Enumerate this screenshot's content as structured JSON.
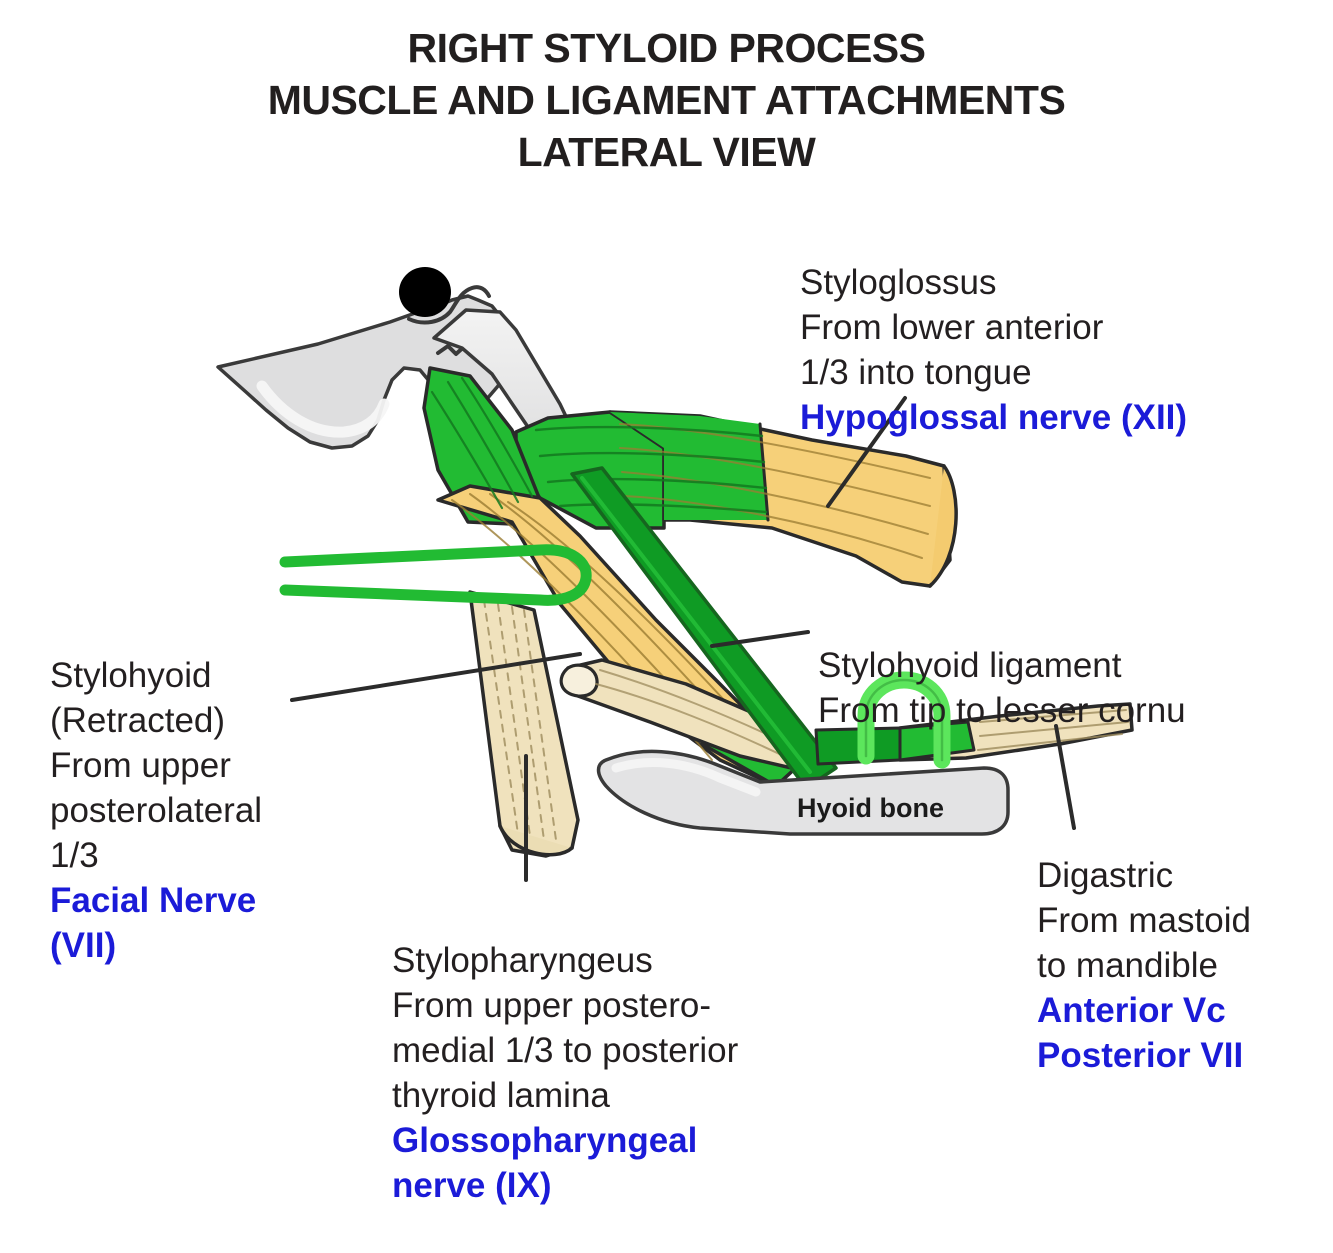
{
  "title": "RIGHT STYLOID PROCESS\nMUSCLE AND LIGAMENT ATTACHMENTS\nLATERAL VIEW",
  "colors": {
    "nerve_blue": "#1b1bd8",
    "text_black": "#231f20",
    "muscle_green": "#22bb33",
    "ligament_dark_green": "#0f9b24",
    "sling_light_green": "#5ce65c",
    "muscle_yellow": "#f6d079",
    "tendon_cream": "#f0e2bd",
    "bone_grey": "#dededf",
    "outline": "#3a3a3a"
  },
  "labels": {
    "styloglossus": {
      "name": "Styloglossus",
      "origin": "Styloglossus\nFrom lower anterior\n1/3 into tongue",
      "nerve": "Hypoglossal nerve (XII)"
    },
    "stylohyoid_ligament": {
      "name": "Stylohyoid ligament",
      "origin": "Stylohyoid ligament\nFrom tip to lesser cornu",
      "nerve": ""
    },
    "stylohyoid": {
      "name": "Stylohyoid",
      "origin": "Stylohyoid\n(Retracted)\nFrom upper\nposterolateral\n1/3",
      "nerve": "Facial Nerve\n(VII)"
    },
    "stylopharyngeus": {
      "name": "Stylopharyngeus",
      "origin": "Stylopharyngeus\nFrom upper postero-\nmedial 1/3 to posterior\nthyroid lamina",
      "nerve": "Glossopharyngeal\nnerve (IX)"
    },
    "digastric": {
      "name": "Digastric",
      "origin": "Digastric\nFrom mastoid\nto mandible",
      "nerve": "Anterior Vc\nPosterior VII"
    },
    "hyoid_bone": "Hyoid bone"
  },
  "structures": [
    {
      "id": "temporal-bone",
      "label": "temporal bone / mastoid",
      "fill": "#dededf"
    },
    {
      "id": "stylomastoid-foramen",
      "label": "stylomastoid foramen",
      "fill": "#000000"
    },
    {
      "id": "styloid-process",
      "label": "styloid process",
      "fill": "#e6e6e7"
    },
    {
      "id": "styloglossus-muscle",
      "label": "styloglossus muscle",
      "fill": "#f6d079"
    },
    {
      "id": "stylohyoid-muscle",
      "label": "stylohyoid muscle",
      "fill": "#f6d079"
    },
    {
      "id": "stylopharyngeus-muscle",
      "label": "stylopharyngeus muscle",
      "fill": "#f0e2bd"
    },
    {
      "id": "stylohyoid-ligament",
      "label": "stylohyoid ligament",
      "fill": "#0f9b24"
    },
    {
      "id": "digastric-muscle",
      "label": "digastric posterior belly",
      "fill": "#f0e2bd"
    },
    {
      "id": "digastric-sling",
      "label": "digastric fibrous sling",
      "fill": "#5ce65c"
    },
    {
      "id": "hyoid-bone",
      "label": "hyoid bone",
      "fill": "#e3e3e4"
    }
  ]
}
